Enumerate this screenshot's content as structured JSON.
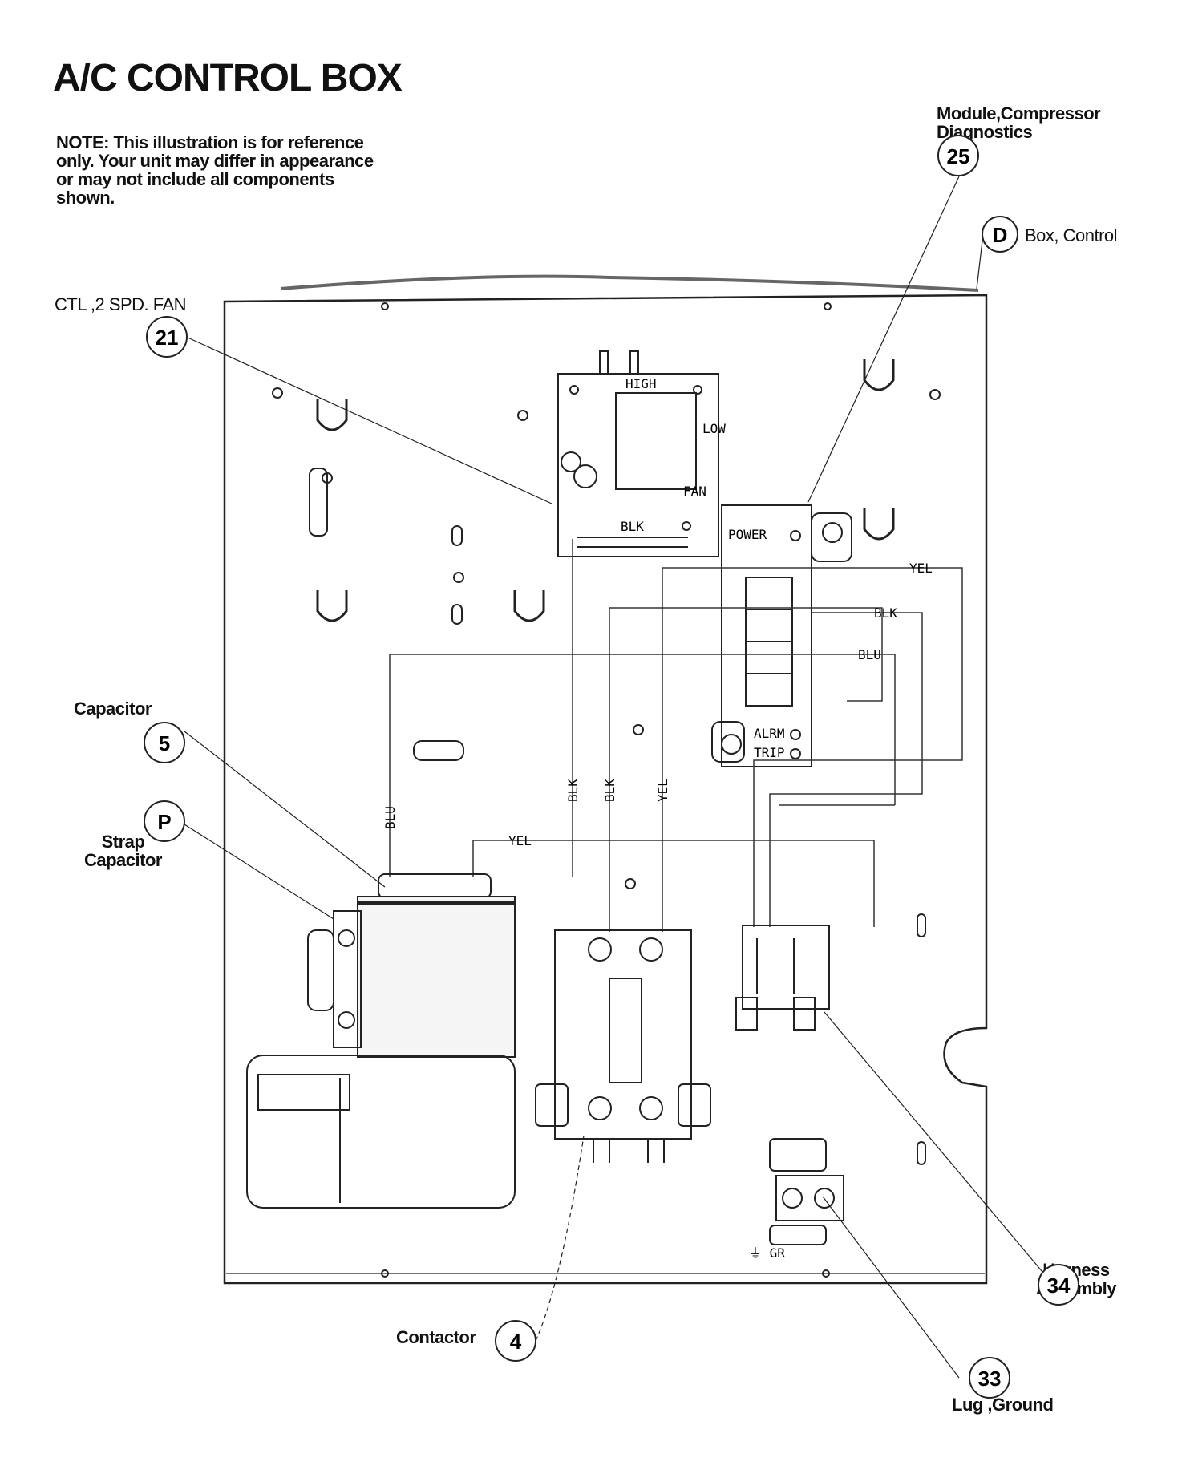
{
  "title": "A/C CONTROL BOX",
  "note": "NOTE: This illustration is for reference only. Your unit may differ in appearance or may not include all components shown.",
  "callouts": [
    {
      "id": "25",
      "label_lines": [
        "Module,Compressor",
        "Diagnostics"
      ]
    },
    {
      "id": "D",
      "label_lines": [
        "Box, Control"
      ]
    },
    {
      "id": "21",
      "label_lines": [
        "CTL ,2 SPD. FAN"
      ]
    },
    {
      "id": "5",
      "label_lines": [
        "Capacitor"
      ]
    },
    {
      "id": "P",
      "label_lines": [
        "Strap",
        "Capacitor"
      ]
    },
    {
      "id": "34",
      "label_lines": [
        "Harness",
        "Assembly"
      ]
    },
    {
      "id": "4",
      "label_lines": [
        "Contactor"
      ]
    },
    {
      "id": "33",
      "label_lines": [
        "Lug ,Ground"
      ]
    }
  ],
  "wire_labels": {
    "blk_fan": "BLK",
    "yel_right": "YEL",
    "blk_right": "BLK",
    "blu_right": "BLU",
    "blu_left": "BLU",
    "blk_a": "BLK",
    "blk_b": "BLK",
    "yel_vert": "YEL",
    "yel_cap": "YEL"
  },
  "board_labels": {
    "high": "HIGH",
    "low": "LOW",
    "fan": "FAN",
    "power": "POWER",
    "alrm": "ALRM",
    "trip": "TRIP",
    "ground": "GR"
  }
}
